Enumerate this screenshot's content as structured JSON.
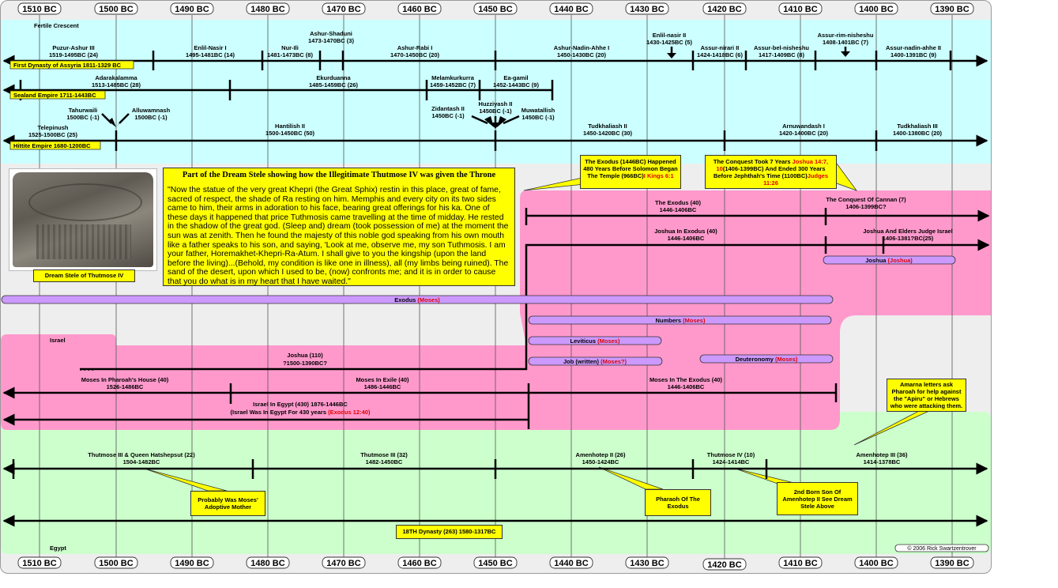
{
  "colors": {
    "cyan": "#ccffff",
    "pink": "#ff99cc",
    "green": "#ccffcc",
    "yellow": "#ffff00",
    "purple": "#cc99ff",
    "red": "#e00000"
  },
  "years": [
    "1510 BC",
    "1500 BC",
    "1490 BC",
    "1480 BC",
    "1470 BC",
    "1460 BC",
    "1450 BC",
    "1440 BC",
    "1430 BC",
    "1420 BC",
    "1410 BC",
    "1400 BC",
    "1390 BC"
  ],
  "regions": {
    "fertile": "Fertile Crescent",
    "israel": "Israel",
    "egypt": "Egypt"
  },
  "assyria": {
    "banner": "First Dynasty of  Assyria 1811-1329 BC",
    "rulers": [
      {
        "n": "Puzur-Ashur III",
        "d": "1519-1495BC (24)"
      },
      {
        "n": "Enlil-Nasir I",
        "d": "1495-1481BC (14)"
      },
      {
        "n": "Nur-Ili",
        "d": "1481-1473BC (8)"
      },
      {
        "n": "Ashur-Shaduni",
        "d": "1473-1470BC (3)"
      },
      {
        "n": "Ashur-Rabi I",
        "d": "1470-1450BC (20)"
      },
      {
        "n": "Ashur-Nadin-Ahhe I",
        "d": "1450-1430BC (20)"
      },
      {
        "n": "Enlil-nasir II",
        "d": "1430-1425BC (5)"
      },
      {
        "n": "Assur-nirari II",
        "d": "1424-1418BC (6)"
      },
      {
        "n": "Assur-bel-nisheshu",
        "d": "1417-1409BC (8)"
      },
      {
        "n": "Assur-rim-nisheshu",
        "d": "1408-1401BC (7)"
      },
      {
        "n": "Assur-nadin-ahhe II",
        "d": "1400-1391BC (9)"
      }
    ]
  },
  "sealand": {
    "banner": "Sealand Empire 1711-1443BC",
    "rulers": [
      {
        "n": "Adarakalamma",
        "d": "1513-1485BC (28)"
      },
      {
        "n": "Ekurduanna",
        "d": "1485-1459BC (26)"
      },
      {
        "n": "Melamkurkurra",
        "d": "1459-1452BC (7)"
      },
      {
        "n": "Ea-gamil",
        "d": "1452-1443BC (9)"
      }
    ]
  },
  "hittite": {
    "banner": "Hittite Empire 1680-1200BC",
    "rulers": [
      {
        "n": "Tahurwaili",
        "d": "1500BC (-1)"
      },
      {
        "n": "Alluwamnash",
        "d": "1500BC (-1)"
      },
      {
        "n": "Telepinush",
        "d": "1525-1500BC (25)"
      },
      {
        "n": "Hantilish II",
        "d": "1500-1450BC (50)"
      },
      {
        "n": "Zidantash II",
        "d": "1450BC (-1)"
      },
      {
        "n": "Huzziyash II",
        "d": "1450BC (-1)"
      },
      {
        "n": "Muwatallish",
        "d": "1450BC (-1)"
      },
      {
        "n": "Tudkhaliash II",
        "d": "1450-1420BC (30)"
      },
      {
        "n": "Arnuwandash I",
        "d": "1420-1400BC (20)"
      },
      {
        "n": "Tudkhaliash III",
        "d": "1400-1380BC (20)"
      }
    ]
  },
  "stele": {
    "title": "Part of the Dream Stele showing how the Illegitimate Thutmose IV was given the Throne",
    "body": "\"Now the statue of the very great Khepri (the Great Sphix) restin in this place, great of fame, sacred of respect, the shade of Ra resting on him. Memphis and every city on its two sides came to him, their arms in adoration to his face, bearing great offerings for his ka. One of these days it happened that price Tuthmosis came travelling at the time of midday. He rested in the shadow of the great god. (Sleep and) dream (took possession of me) at the moment the sun was at zenith. Then he found the majesty of this noble god speaking from his own mouth like a father speaks to his son, and saying, 'Look at me, observe me, my son Tuthmosis. I am your father, Horemakhet-Khepri-Ra-Atum. I shall give to you the kingship (upon the land before the living)...(Behold, my condition is like one in illness), all (my limbs being ruined). The sand of the desert, upon which I used to be, (now) confronts me; and it is in order to cause that you do what is in my heart that I have waited.\"",
    "photo_caption": "Dream Stele of Thutmose IV"
  },
  "callouts": {
    "exodus_main": "The Exodus (1446BC) Happened 480 Years Before Solomon Began The Temple (966BC)",
    "exodus_ref": "I Kings 6:1",
    "conquest_a": "The Conquest Took 7 Years",
    "conquest_ref1": "Joshua 14:7, 10",
    "conquest_b": "(1406-1399BC) And Ended 300 Years Before Jephthah's Time (1100BC)",
    "conquest_ref2": "Judges 11:26",
    "moses_mother": "Probably Was Moses' Adoptive Mother",
    "pharaoh": "Pharaoh Of The Exodus",
    "second_son": "2nd Born Son Of Amenhotep II See Dream Stele Above",
    "amarna": "Amarna letters ask Pharoah for help against the \"Apiru\" or Hebrews who were attacking them."
  },
  "israel": {
    "exodus_years": {
      "n": "The Exodus (40)",
      "d": "1446-1406BC"
    },
    "conquest": {
      "n": "The Conquest Of Cannan (7)",
      "d": "1406-1399BC?"
    },
    "joshua_exodus": {
      "n": "Joshua In Exodus (40)",
      "d": "1446-1406BC"
    },
    "joshua_elders": {
      "n": "Joshua And Elders Judge Israel",
      "d": "1406-1381?BC(25)"
    },
    "joshua_life": {
      "n": "Joshua (110)",
      "d": "?1500-1390BC?"
    },
    "dots": ". . . .",
    "moses_pharaoh": {
      "n": "Moses In Pharoah's House (40)",
      "d": "1526-1486BC"
    },
    "moses_exile": {
      "n": "Moses In Exile (40)",
      "d": "1486-1446BC"
    },
    "moses_exodus": {
      "n": "Moses In The Exodus (40)",
      "d": "1446-1406BC"
    },
    "in_egypt": "Israel In Egypt (430) 1876-1446BC",
    "in_egypt2": "(Israel Was In Egypt For 430 years",
    "in_egypt_ref": "(Exodus 12:40)"
  },
  "books": [
    {
      "n": "Joshua",
      "a": "(Joshua)"
    },
    {
      "n": "Exodus",
      "a": "(Moses)"
    },
    {
      "n": "Numbers",
      "a": "(Moses)"
    },
    {
      "n": "Leviticus",
      "a": "(Moses)"
    },
    {
      "n": "Job (written)",
      "a": "(Moses?)"
    },
    {
      "n": "Deuteronomy",
      "a": "(Moses)"
    }
  ],
  "egypt": {
    "rulers": [
      {
        "n": "Thutmose III & Queen Hatshepsut (22)",
        "d": "1504-1482BC"
      },
      {
        "n": "Thutmose III (32)",
        "d": "1482-1450BC"
      },
      {
        "n": "Amenhotep II (26)",
        "d": "1450-1424BC"
      },
      {
        "n": "Thutmose IV (10)",
        "d": "1424-1414BC"
      },
      {
        "n": "Amenhotep III (36)",
        "d": "1414-1378BC"
      }
    ],
    "dynasty": "18TH Dynasty (263) 1580-1317BC"
  },
  "copyright": "© 2006 Rick Swartzentrover"
}
